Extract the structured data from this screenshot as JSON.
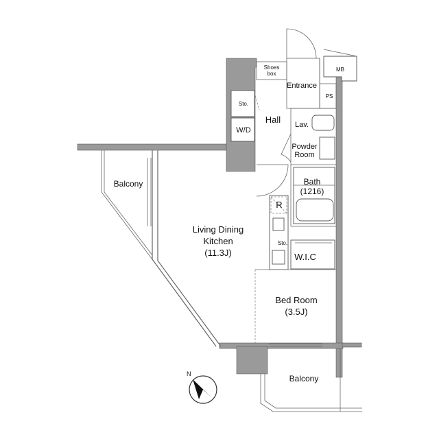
{
  "rooms": {
    "shoes_box": [
      "Shoes",
      "box"
    ],
    "entrance": "Entrance",
    "mb": "MB",
    "ps": "PS",
    "storage_hall": "Sto.",
    "hall": "Hall",
    "washer_dryer": "W/D",
    "lavatory": "Lav.",
    "powder_room": [
      "Powder",
      "Room"
    ],
    "balcony_west": "Balcony",
    "bath": [
      "Bath",
      "(1216)"
    ],
    "refrigerator": "R",
    "living_dining_kitchen": [
      "Living Dining",
      "Kitchen",
      "(11.3J)"
    ],
    "storage_kitchen": "Sto.",
    "walk_in_closet": "W.I.C",
    "bedroom": [
      "Bed Room",
      "(3.5J)"
    ],
    "balcony_south": "Balcony"
  },
  "compass": {
    "north_label": "N",
    "icon": "compass-arrow-icon"
  },
  "colors": {
    "wall": "#9a9a9a",
    "line": "#555555",
    "background": "#ffffff"
  }
}
